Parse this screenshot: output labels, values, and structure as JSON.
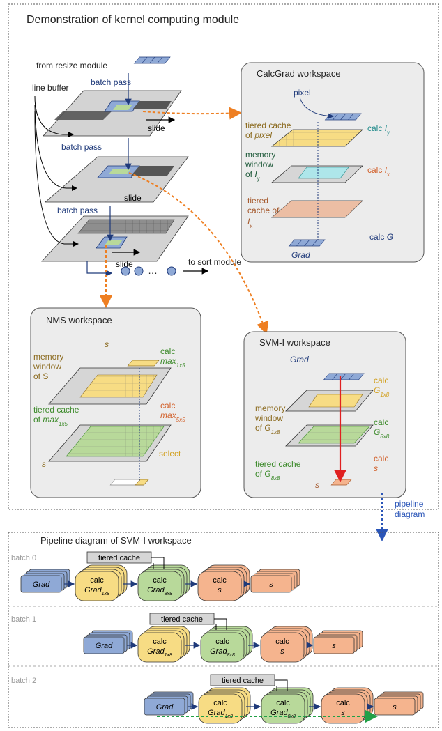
{
  "top_panel": {
    "title": "Demonstration of kernel computing module",
    "from_resize": "from resize module",
    "line_buffer": "line buffer",
    "batch_pass": "batch pass",
    "slide": "slide",
    "to_sort": "to sort module",
    "dots": "…"
  },
  "calcgrad": {
    "title": "CalcGrad workspace",
    "pixel": "pixel",
    "tiered_cache_of": "tiered cache",
    "of_pixel_prefix": "of ",
    "of_pixel_var": "pixel",
    "calc_iy": "calc ",
    "iy_var": "I",
    "iy_sub": "y",
    "memory": "memory",
    "window": "window",
    "of_iy_prefix": "of ",
    "calc_ix": "calc ",
    "ix_var": "I",
    "ix_sub": "x",
    "tiered": "tiered",
    "cache_of": "cache of",
    "calc_g": "calc ",
    "g_var": "G",
    "grad": "Grad"
  },
  "nms": {
    "title": "NMS workspace",
    "s": "s",
    "memory": "memory",
    "window": "window",
    "of_s": "of S",
    "calc": "calc",
    "max": "max",
    "sub_1x5": "1x5",
    "sub_5x5": "5x5",
    "tiered_cache_of": "tiered cache",
    "of_max_prefix": "of ",
    "select": "select"
  },
  "svm": {
    "title": "SVM-I workspace",
    "grad": "Grad",
    "calc": "calc",
    "g": "G",
    "sub_1x8": "1x8",
    "sub_8x8": "8x8",
    "memory": "memory",
    "window": "window",
    "of_prefix": "of ",
    "tiered_cache": "tiered cache",
    "s": "s"
  },
  "pipeline_link": {
    "line1": "pipeline",
    "line2": "diagram"
  },
  "pipeline": {
    "title": "Pipeline diagram of SVM-I workspace",
    "tiered_cache": "tiered  cache",
    "grad": "Grad",
    "calc": "calc",
    "grad_word": "Grad",
    "sub_1x8": "1x8",
    "sub_8x8": "8x8",
    "s": "s",
    "batches": [
      "batch 0",
      "batch 1",
      "batch 2"
    ]
  },
  "colors": {
    "blue_fill": "#8fa9d6",
    "yellow_fill": "#f7dc84",
    "green_fill": "#b8d99a",
    "orange_fill": "#f5b48e",
    "gray_fill": "#d6d6d6",
    "orange_arrow": "#ee7f22",
    "navy": "#1f3a7a",
    "olive": "#8b6a1e"
  }
}
